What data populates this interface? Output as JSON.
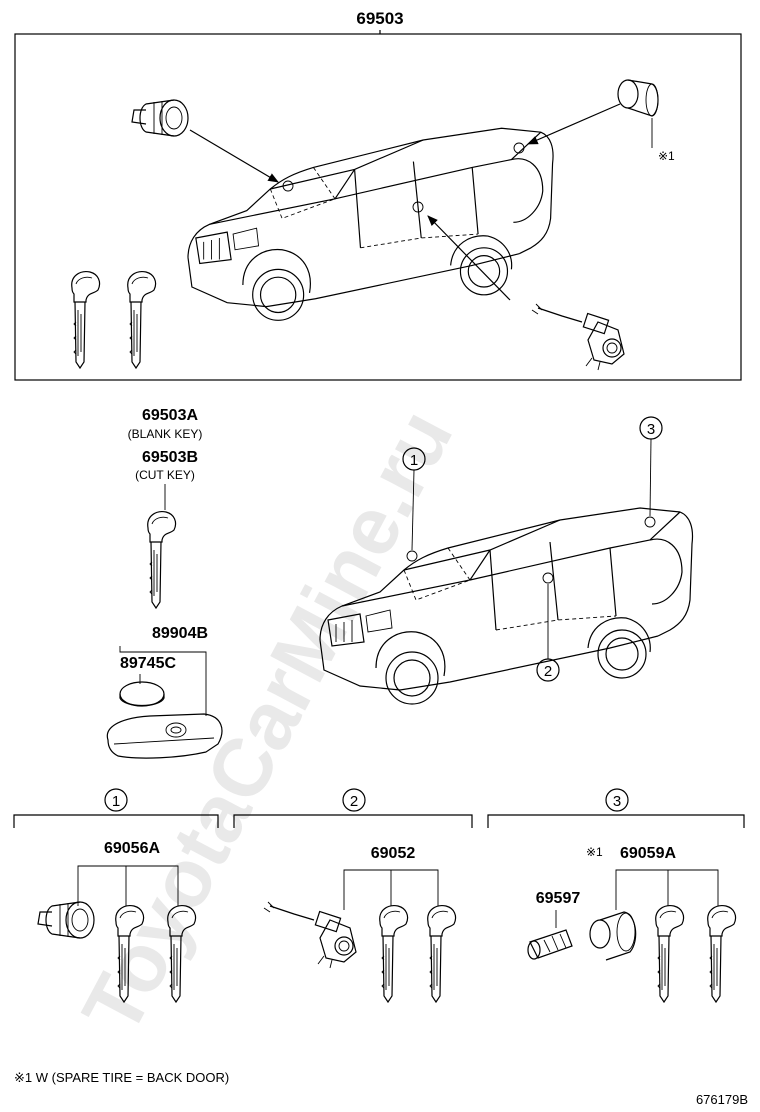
{
  "watermark": "ToyotaCarMine.ru",
  "top_box": {
    "part": "69503",
    "note_mark": "※1"
  },
  "keys": {
    "blank_part": "69503A",
    "blank_desc": "(BLANK KEY)",
    "cut_part": "69503B",
    "cut_desc": "(CUT KEY)"
  },
  "transmitter": {
    "case_part": "89904B",
    "battery_part": "89745C"
  },
  "callouts": [
    "1",
    "2",
    "3"
  ],
  "sections": [
    {
      "num": "1",
      "part": "69056A"
    },
    {
      "num": "2",
      "part": "69052"
    },
    {
      "num": "3",
      "part": "69059A",
      "prefix": "※1",
      "sub_part": "69597"
    }
  ],
  "footnote": "※1 W (SPARE TIRE = BACK DOOR)",
  "diagram_id": "676179B"
}
